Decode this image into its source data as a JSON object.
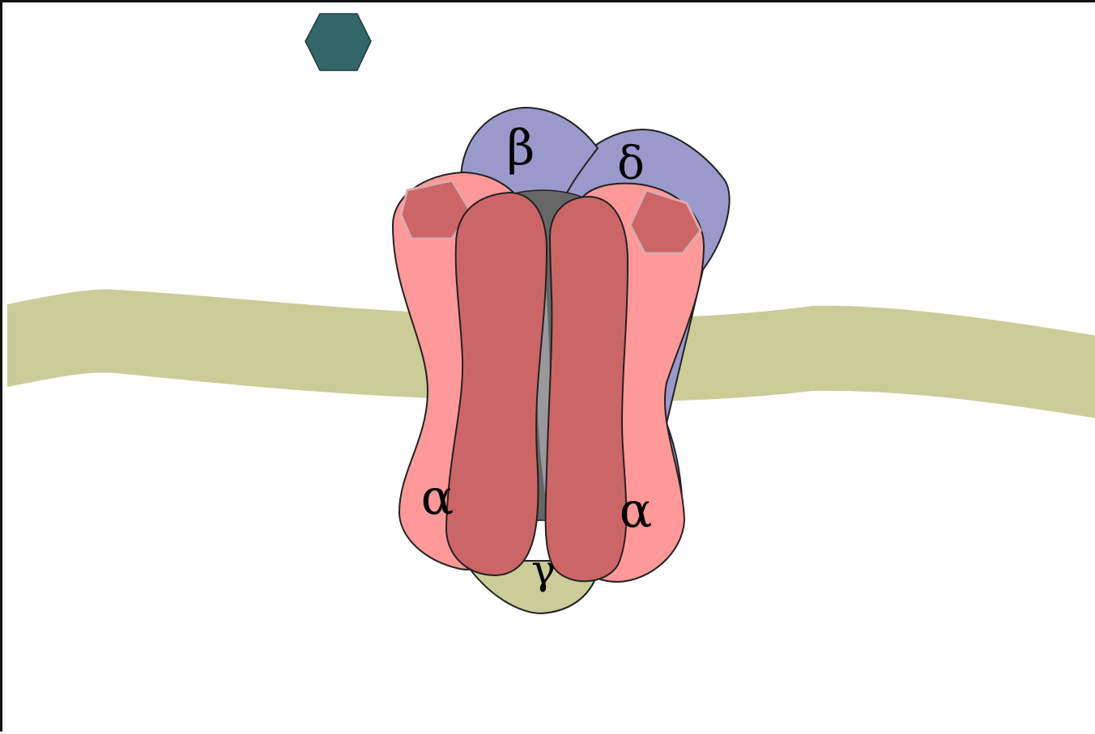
{
  "diagram": {
    "labels": {
      "beta": "β",
      "delta": "δ",
      "alpha_left": "α",
      "alpha_right": "α",
      "gamma": "γ"
    },
    "colors": {
      "background": "#ffffff",
      "membrane": "#cccc99",
      "alpha_subunit": "#ff9999",
      "alpha_inner": "#cc6666",
      "beta_delta_subunit": "#9999cc",
      "gamma_subunit": "#cccc99",
      "channel_pore": "#666666",
      "channel_pore_light": "#999999",
      "ligand": "#336666",
      "outline": "#222222"
    },
    "icons": {
      "ligand": "hexagon-ligand-icon",
      "binding_site": "hexagon-binding-site-icon"
    }
  }
}
